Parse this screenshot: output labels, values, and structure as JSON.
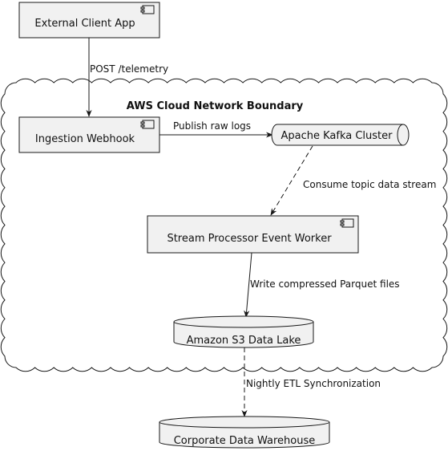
{
  "boundary": {
    "title": "AWS Cloud Network Boundary"
  },
  "nodes": {
    "external_client": {
      "label": "External Client App",
      "kind": "component"
    },
    "ingestion_webhook": {
      "label": "Ingestion Webhook",
      "kind": "component"
    },
    "kafka": {
      "label": "Apache Kafka Cluster",
      "kind": "queue"
    },
    "stream_processor": {
      "label": "Stream Processor Event Worker",
      "kind": "component"
    },
    "s3": {
      "label": "Amazon S3 Data Lake",
      "kind": "database"
    },
    "warehouse": {
      "label": "Corporate Data Warehouse",
      "kind": "database"
    }
  },
  "edges": {
    "post": {
      "label": "POST /telemetry",
      "style": "solid"
    },
    "publish": {
      "label": "Publish raw logs",
      "style": "solid"
    },
    "consume": {
      "label": "Consume topic data stream",
      "style": "dashed"
    },
    "write": {
      "label": "Write compressed Parquet files",
      "style": "solid"
    },
    "etl": {
      "label": "Nightly ETL Synchronization",
      "style": "dashed"
    }
  },
  "colors": {
    "node_fill": "#f1f1f1",
    "stroke": "#181818",
    "text": "#111111"
  }
}
